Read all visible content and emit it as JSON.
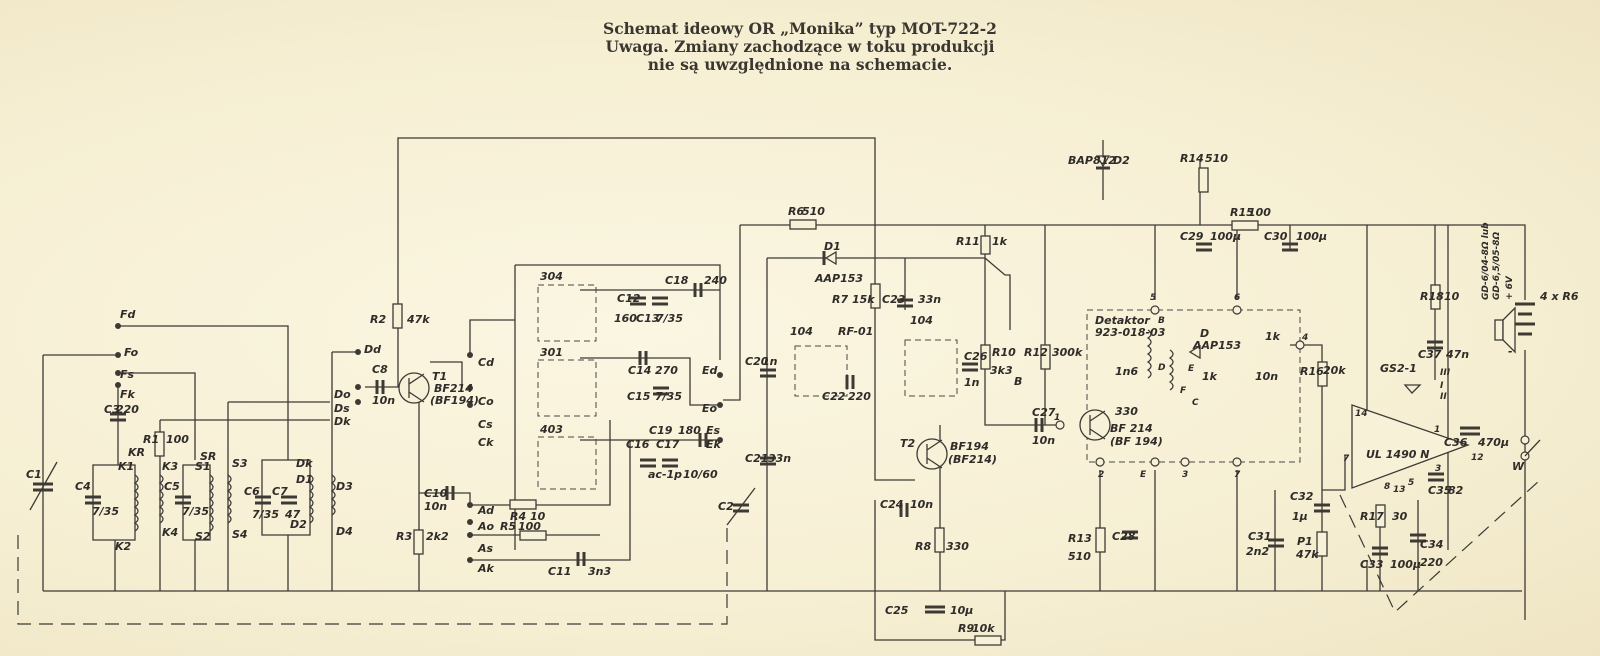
{
  "title": {
    "line1": "Schemat ideowy OR „Monika” typ MOT-722-2",
    "line2": "Uwaga. Zmiany zachodzące w toku produkcji",
    "line3": "nie są uwzględnione na schemacie."
  },
  "colors": {
    "paper": "#f7f1d8",
    "ink": "#3d3a36"
  },
  "switch_contacts": {
    "F": [
      "Fd",
      "Fo",
      "Fs",
      "Fk"
    ],
    "D": [
      "Dd",
      "Do",
      "Ds",
      "Dk"
    ],
    "C": [
      "Cd",
      "Co",
      "Cs",
      "Ck"
    ],
    "E": [
      "Ed",
      "Eo",
      "Es",
      "Ek"
    ],
    "A": [
      "Ad",
      "Ao",
      "As",
      "Ak"
    ]
  },
  "coil_pins": {
    "KR": [
      "KR",
      "K1",
      "K2",
      "K3",
      "K4"
    ],
    "SR": [
      "SR",
      "S1",
      "S2",
      "S3",
      "S4"
    ],
    "DK": [
      "Dk",
      "D1",
      "D2",
      "D3",
      "D4"
    ]
  },
  "components": {
    "C1": {
      "ref": "C1",
      "value": ""
    },
    "C2": {
      "ref": "C2",
      "value": ""
    },
    "C3": {
      "ref": "C3",
      "value": "220"
    },
    "C4": {
      "ref": "C4",
      "value": "7/35"
    },
    "C5": {
      "ref": "C5",
      "value": "7/35"
    },
    "C6": {
      "ref": "C6",
      "value": "7/35"
    },
    "C7": {
      "ref": "C7",
      "value": "47"
    },
    "C8": {
      "ref": "C8",
      "value": "10n"
    },
    "C10": {
      "ref": "C10",
      "value": "10n"
    },
    "C11": {
      "ref": "C11",
      "value": "3n3"
    },
    "C12": {
      "ref": "C12",
      "value": "160"
    },
    "C13": {
      "ref": "C13",
      "value": "7/35"
    },
    "C14": {
      "ref": "C14",
      "value": "270"
    },
    "C15": {
      "ref": "C15",
      "value": "7/35"
    },
    "C16": {
      "ref": "C16",
      "value": "ac-1p"
    },
    "C17": {
      "ref": "C17",
      "value": "10/60"
    },
    "C18": {
      "ref": "C18",
      "value": "240"
    },
    "C19": {
      "ref": "C19",
      "value": "180"
    },
    "C20": {
      "ref": "C20",
      "value": "1n"
    },
    "C21": {
      "ref": "C21",
      "value": "33n"
    },
    "C22": {
      "ref": "C22",
      "value": "220"
    },
    "C23": {
      "ref": "C23",
      "value": "33n"
    },
    "C24": {
      "ref": "C24",
      "value": "10n"
    },
    "C25": {
      "ref": "C25",
      "value": "10µ"
    },
    "C26": {
      "ref": "C26",
      "value": "1n"
    },
    "C27": {
      "ref": "C27",
      "value": "10n"
    },
    "C28": {
      "ref": "C28",
      "value": ""
    },
    "C29": {
      "ref": "C29",
      "value": "100µ"
    },
    "C30": {
      "ref": "C30",
      "value": "100µ"
    },
    "C31": {
      "ref": "C31",
      "value": "2n2"
    },
    "C32": {
      "ref": "C32",
      "value": "1µ"
    },
    "C33": {
      "ref": "C33",
      "value": "100µ"
    },
    "C34": {
      "ref": "C34",
      "value": "220"
    },
    "C35": {
      "ref": "C35",
      "value": "82"
    },
    "C36": {
      "ref": "C36",
      "value": "470µ"
    },
    "C37": {
      "ref": "C37",
      "value": "47n"
    },
    "R1": {
      "ref": "R1",
      "value": "100"
    },
    "R2": {
      "ref": "R2",
      "value": "47k"
    },
    "R3": {
      "ref": "R3",
      "value": "2k2"
    },
    "R4": {
      "ref": "R4",
      "value": "10"
    },
    "R5": {
      "ref": "R5",
      "value": "100"
    },
    "R6": {
      "ref": "R6",
      "value": "510"
    },
    "R7": {
      "ref": "R7",
      "value": "15k"
    },
    "R8": {
      "ref": "R8",
      "value": "330"
    },
    "R9": {
      "ref": "R9",
      "value": "10k"
    },
    "R10": {
      "ref": "R10",
      "value": "3k3"
    },
    "R11": {
      "ref": "R11",
      "value": "1k"
    },
    "R12": {
      "ref": "R12",
      "value": "300k"
    },
    "R13": {
      "ref": "R13",
      "value": "510"
    },
    "R14": {
      "ref": "R14",
      "value": "510"
    },
    "R15": {
      "ref": "R15",
      "value": "100"
    },
    "R16": {
      "ref": "R16",
      "value": "20k"
    },
    "R17": {
      "ref": "R17",
      "value": "30"
    },
    "R18": {
      "ref": "R18",
      "value": "10"
    },
    "P1": {
      "ref": "P1",
      "value": "47k"
    },
    "T1": {
      "ref": "T1",
      "value": "BF214",
      "alt": "(BF194)"
    },
    "T2": {
      "ref": "T2",
      "value": "BF194",
      "alt": "(BF214)"
    },
    "D1": {
      "ref": "D1",
      "value": "AAP153"
    },
    "D2": {
      "ref": "D2",
      "value": "BAP812"
    },
    "IC": {
      "ref": "UL 1490 N",
      "pins": [
        "14",
        "1",
        "7",
        "12",
        "3",
        "8",
        "13",
        "5"
      ]
    },
    "RF01": {
      "ref": "RF-01"
    },
    "W": {
      "ref": "W"
    },
    "GS": {
      "ref": "GS2-1",
      "pins": [
        "III",
        "I",
        "II"
      ]
    }
  },
  "coil_refs": {
    "L304": "304",
    "L301": "301",
    "L403": "403",
    "L104a": "104",
    "L104b": "104"
  },
  "detector": {
    "title": "Detaktor",
    "part": "923-018-03",
    "capacitor": "1n6",
    "resistor_in": "330",
    "diode": "AAP153",
    "diode_ref": "D",
    "r_load": "1k",
    "r_series": "1k",
    "caps": "10n",
    "transistor": "BF 214",
    "transistor_alt": "(BF 194)",
    "coil_pins": [
      "B",
      "D",
      "F",
      "E",
      "C"
    ],
    "pins": [
      "1",
      "2",
      "3",
      "4",
      "5",
      "6",
      "7",
      "E"
    ]
  },
  "node_label_B": "B",
  "speaker": {
    "line1": "GD-6/04-8Ω lub",
    "line2": "GD-6,5/05-8Ω"
  },
  "battery": {
    "voltage": "+ 6V",
    "cells": "4 x R6",
    "minus": "-"
  }
}
